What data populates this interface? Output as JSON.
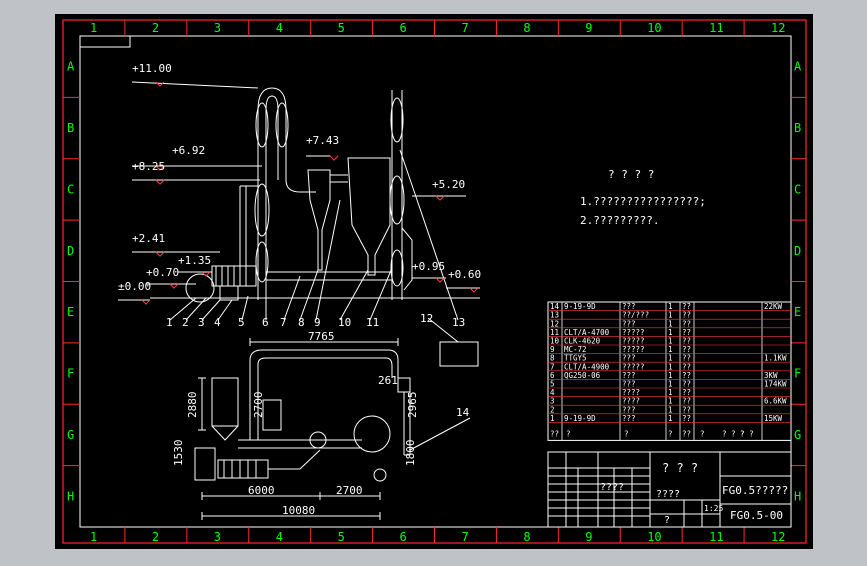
{
  "colors": {
    "background": "#000000",
    "frame": "#ff2a2a",
    "grid_label": "#00ff00",
    "line": "#ffffff",
    "annotation": "#ff3b3b",
    "table_text": "#ffffff"
  },
  "columns": [
    "1",
    "2",
    "3",
    "4",
    "5",
    "6",
    "7",
    "8",
    "9",
    "10",
    "11",
    "12"
  ],
  "rows": [
    "A",
    "B",
    "C",
    "D",
    "E",
    "F",
    "G",
    "H"
  ],
  "elevations": [
    "+11.00",
    "+6.92",
    "+8.25",
    "+7.43",
    "+5.20",
    "+2.41",
    "+1.35",
    "+0.70",
    "±0.00",
    "+0.95",
    "+0.60"
  ],
  "part_numbers": [
    "1",
    "2",
    "3",
    "4",
    "5",
    "6",
    "7",
    "8",
    "9",
    "10",
    "11",
    "12",
    "13",
    "14"
  ],
  "dimensions": [
    "7765",
    "2880",
    "2700",
    "2965",
    "6000",
    "2700",
    "10080",
    "261",
    "1530",
    "1800"
  ],
  "notes": {
    "heading": "? ? ? ?",
    "line1": "1.????????????????;",
    "line2": "2.?????????."
  },
  "parts_list": [
    {
      "no": "14",
      "name": "9-19-9D",
      "c3": "???",
      "c4": "1",
      "c5": "??",
      "c6": "22KW"
    },
    {
      "no": "13",
      "name": "",
      "c3": "??/???",
      "c4": "1",
      "c5": "??",
      "c6": ""
    },
    {
      "no": "12",
      "name": "",
      "c3": "???",
      "c4": "1",
      "c5": "??",
      "c6": ""
    },
    {
      "no": "11",
      "name": "CLT/A-4700",
      "c3": "?????",
      "c4": "1",
      "c5": "??",
      "c6": ""
    },
    {
      "no": "10",
      "name": "CLK-4620",
      "c3": "?????",
      "c4": "1",
      "c5": "??",
      "c6": ""
    },
    {
      "no": "9",
      "name": "MC-72",
      "c3": "?????",
      "c4": "1",
      "c5": "??",
      "c6": ""
    },
    {
      "no": "8",
      "name": "TTGY5",
      "c3": "???",
      "c4": "1",
      "c5": "??",
      "c6": "1.1KW"
    },
    {
      "no": "7",
      "name": "CLT/A-4900",
      "c3": "?????",
      "c4": "1",
      "c5": "??",
      "c6": ""
    },
    {
      "no": "6",
      "name": "QG250-06",
      "c3": "???",
      "c4": "1",
      "c5": "??",
      "c6": "3KW"
    },
    {
      "no": "5",
      "name": "",
      "c3": "???",
      "c4": "1",
      "c5": "??",
      "c6": "174KW"
    },
    {
      "no": "4",
      "name": "",
      "c3": "????",
      "c4": "1",
      "c5": "??",
      "c6": ""
    },
    {
      "no": "3",
      "name": "",
      "c3": "????",
      "c4": "1",
      "c5": "??",
      "c6": "6.6KW"
    },
    {
      "no": "2",
      "name": "",
      "c3": "???",
      "c4": "1",
      "c5": "??",
      "c6": ""
    },
    {
      "no": "1",
      "name": "9-19-9D",
      "c3": "???",
      "c4": "1",
      "c5": "??",
      "c6": "15KW"
    }
  ],
  "parts_header": {
    "no": "??",
    "name": "?",
    "c3": "?",
    "c4": "?",
    "c5": "??",
    "c6": "?",
    "c7": "?",
    "c8": "? ? ? ?"
  },
  "title_block": {
    "unit": "? ? ?",
    "product": "FG0.5?????",
    "drawing_no": "FG0.5-00",
    "scale": "1:25",
    "weight": "????",
    "sheet": "?",
    "misc": "????"
  }
}
